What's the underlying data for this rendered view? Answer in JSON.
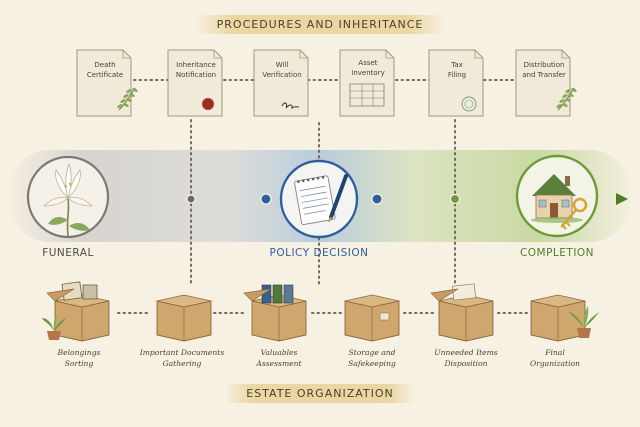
{
  "banners": {
    "top": "PROCEDURES AND INHERITANCE",
    "bottom": "ESTATE ORGANIZATION"
  },
  "documents": [
    {
      "line1": "Death",
      "line2": "Certificate",
      "icon": "leaf-sprig-icon"
    },
    {
      "line1": "Inheritance",
      "line2": "Notification",
      "icon": "wax-seal-icon"
    },
    {
      "line1": "Will",
      "line2": "Verification",
      "icon": "signature-icon"
    },
    {
      "line1": "Asset",
      "line2": "Inventory",
      "icon": "table-grid-icon"
    },
    {
      "line1": "Tax",
      "line2": "Filing",
      "icon": "stamp-icon"
    },
    {
      "line1": "Distribution",
      "line2": "and Transfer",
      "icon": "leaf-sprig-icon"
    }
  ],
  "stages": {
    "funeral": "FUNERAL",
    "policy": "POLICY DECISION",
    "completion": "COMPLETION"
  },
  "boxes": [
    {
      "line1": "Belongings",
      "line2": "Sorting",
      "icon": "open-box-with-photos-icon"
    },
    {
      "line1": "Important Documents",
      "line2": "Gathering",
      "icon": "closed-box-icon"
    },
    {
      "line1": "Valuables",
      "line2": "Assessment",
      "icon": "open-box-with-books-icon"
    },
    {
      "line1": "Storage and",
      "line2": "Safekeeping",
      "icon": "taped-box-icon"
    },
    {
      "line1": "Unneeded Items",
      "line2": "Disposition",
      "icon": "open-box-with-papers-icon"
    },
    {
      "line1": "Final",
      "line2": "Organization",
      "icon": "closed-box-icon"
    }
  ],
  "colors": {
    "funeral": "#5a5a55",
    "policy": "#2f5f9a",
    "completion": "#5b8a2f",
    "paper": "#f1ead9",
    "box": "#cfa66e"
  }
}
